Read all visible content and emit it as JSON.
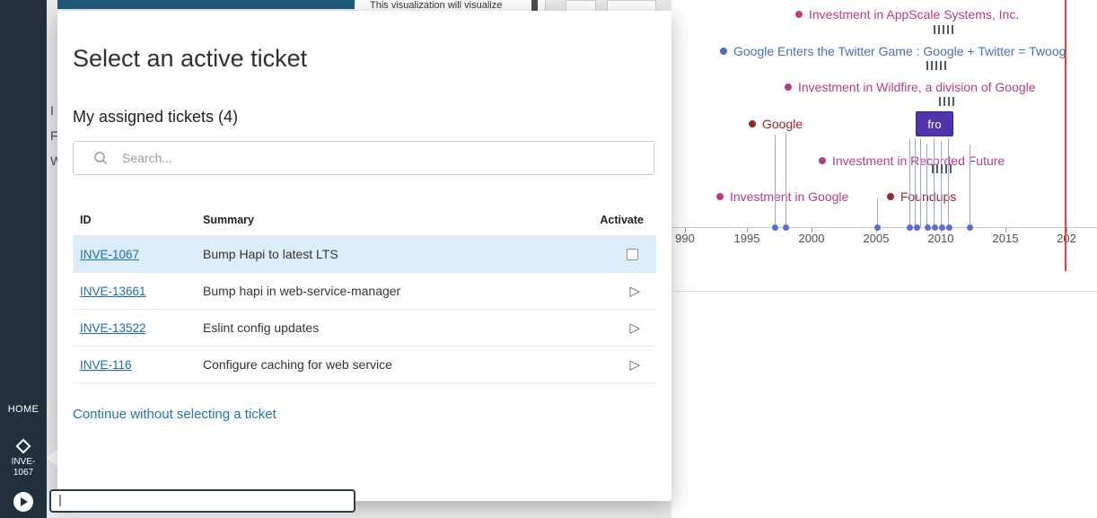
{
  "sidebar": {
    "home_label": "HOME",
    "ticket_line1": "INVE-",
    "ticket_line2": "1067"
  },
  "topbar": {
    "tooltip_text": "This visualization will visualize"
  },
  "side_panel": {
    "clipped_lines": [
      "I",
      "F",
      "W"
    ]
  },
  "modal": {
    "title": "Select an active ticket",
    "subtitle": "My assigned tickets (4)",
    "search_placeholder": "Search...",
    "table": {
      "col_id": "ID",
      "col_summary": "Summary",
      "col_activate": "Activate",
      "rows": [
        {
          "id": "INVE-1067",
          "summary": "Bump Hapi to latest LTS",
          "control": "checkbox",
          "selected": true
        },
        {
          "id": "INVE-13661",
          "summary": "Bump hapi in web-service-manager",
          "control": "play",
          "selected": false
        },
        {
          "id": "INVE-13522",
          "summary": "Eslint config updates",
          "control": "play",
          "selected": false
        },
        {
          "id": "INVE-116",
          "summary": "Configure caching for web service",
          "control": "play",
          "selected": false
        }
      ]
    },
    "continue_link": "Continue without selecting a ticket"
  },
  "timeline": {
    "type": "timeline",
    "axis_labels": [
      "990",
      "1995",
      "2000",
      "2005",
      "2010",
      "2015",
      "202"
    ],
    "axis_range_years": [
      1990,
      2020
    ],
    "events": [
      {
        "label": "Investment in AppScale Systems, Inc.",
        "color": "#b93a86"
      },
      {
        "label": "Google Enters the Twitter Game : Google + Twitter = Twoog",
        "color": "#4b6cb7"
      },
      {
        "label": "Investment in Wildfire, a division of Google",
        "color": "#b93a86"
      },
      {
        "label": "Google",
        "color": "#8e2a2a"
      },
      {
        "label": "Investment in Recorded Future",
        "color": "#b93a86"
      },
      {
        "label": "Investment in Google",
        "color": "#b93a86"
      },
      {
        "label": "Foundups",
        "color": "#8e2a2a"
      }
    ],
    "selected_item_label": "fro",
    "colors": {
      "magenta_event": "#b93a86",
      "blue_event": "#4b6cb7",
      "darkred_event": "#8e2a2a",
      "selected_item_purple": "#5133ab",
      "current_time_marker": "#e6402f",
      "connector_line": "#96a3de"
    }
  },
  "colors": {
    "sidebar_bg": "#22303e",
    "teal_bar": "#1f5b7d",
    "highlight_row": "#dcedfa",
    "link_blue": "#1a6da8"
  }
}
